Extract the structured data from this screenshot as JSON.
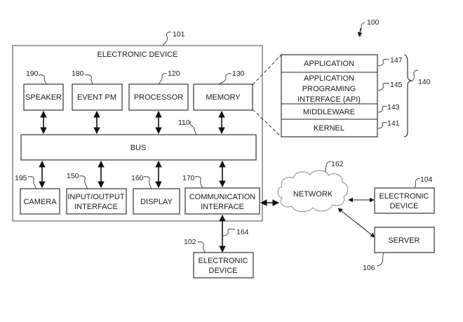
{
  "figure_ref": "100",
  "device": {
    "title": "ELECTRONIC DEVICE",
    "ref": "101",
    "top_blocks": [
      {
        "id": "speaker",
        "label": "SPEAKER",
        "ref": "190"
      },
      {
        "id": "event-pm",
        "label": "EVENT PM",
        "ref": "180"
      },
      {
        "id": "processor",
        "label": "PROCESSOR",
        "ref": "120"
      },
      {
        "id": "memory",
        "label": "MEMORY",
        "ref": "130"
      }
    ],
    "bus": {
      "label": "BUS",
      "ref": "110"
    },
    "bottom_blocks": [
      {
        "id": "camera",
        "label_lines": [
          "CAMERA"
        ],
        "ref": "195"
      },
      {
        "id": "io-interface",
        "label_lines": [
          "INPUT/OUTPUT",
          "INTERFACE"
        ],
        "ref": "150"
      },
      {
        "id": "display",
        "label_lines": [
          "DISPLAY"
        ],
        "ref": "160"
      },
      {
        "id": "comm-interface",
        "label_lines": [
          "COMMUNICATION",
          "INTERFACE"
        ],
        "ref": "170"
      }
    ]
  },
  "software_stack": {
    "ref": "140",
    "layers": [
      {
        "id": "application",
        "label_lines": [
          "APPLICATION"
        ],
        "ref": "147"
      },
      {
        "id": "api",
        "label_lines": [
          "APPLICATION",
          "PROGRAMING",
          "INTERFACE (API)"
        ],
        "ref": "145"
      },
      {
        "id": "middleware",
        "label_lines": [
          "MIDDLEWARE"
        ],
        "ref": "143"
      },
      {
        "id": "kernel",
        "label_lines": [
          "KERNEL"
        ],
        "ref": "141"
      }
    ]
  },
  "network": {
    "label": "NETWORK",
    "ref": "162"
  },
  "connection_ref": "164",
  "external": [
    {
      "id": "electronic-device-104",
      "label_lines": [
        "ELECTRONIC",
        "DEVICE"
      ],
      "ref": "104"
    },
    {
      "id": "server",
      "label_lines": [
        "SERVER"
      ],
      "ref": "106"
    },
    {
      "id": "electronic-device-102",
      "label_lines": [
        "ELECTRONIC",
        "DEVICE"
      ],
      "ref": "102"
    }
  ]
}
